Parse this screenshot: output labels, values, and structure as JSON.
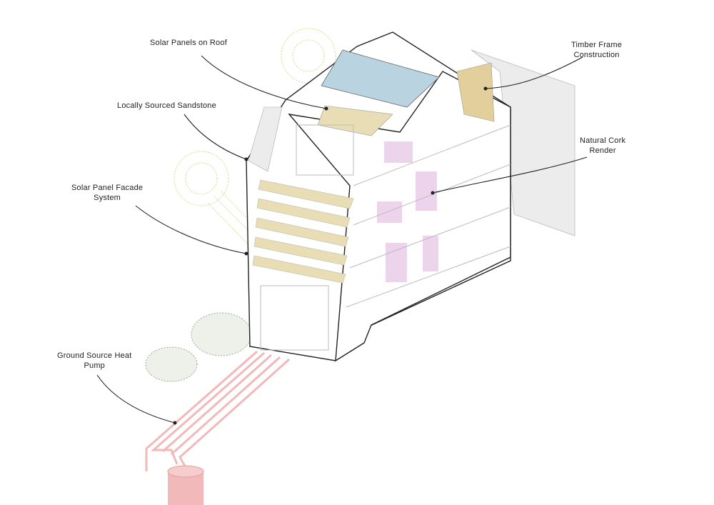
{
  "labels": {
    "solar_roof": "Solar Panels on Roof",
    "timber": [
      "Timber Frame",
      "Construction"
    ],
    "sandstone": "Locally Sourced Sandstone",
    "cork": [
      "Natural Cork",
      "Render"
    ],
    "facade": [
      "Solar Panel Facade",
      "System"
    ],
    "heat_pump": [
      "Ground Source Heat",
      "Pump"
    ]
  },
  "colors": {
    "sandstone": "#e9ddb6",
    "solar_panel": "#b9d4e0",
    "cork": "#ecd4ec",
    "pipe": "#f1b9b9",
    "timber": "#e2cf9c",
    "sun": "#d8d88a",
    "shrub": "#9aa898"
  }
}
